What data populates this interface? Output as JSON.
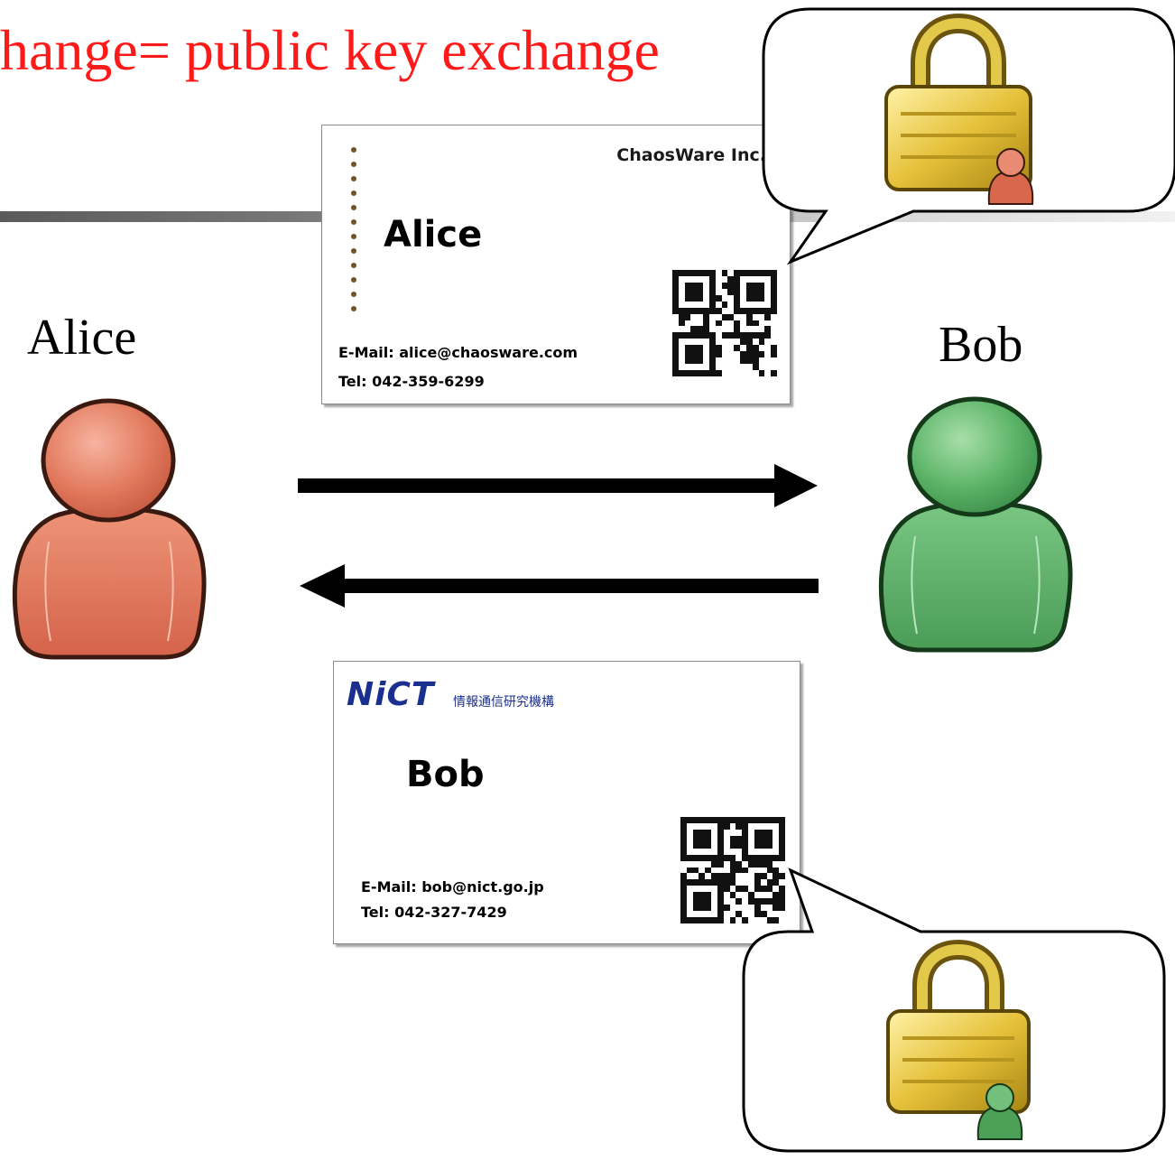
{
  "title": "hange= public key exchange",
  "people": {
    "alice": {
      "label": "Alice",
      "color": "#e07255"
    },
    "bob": {
      "label": "Bob",
      "color": "#52a95f"
    }
  },
  "alice_card": {
    "company": "ChaosWare Inc.",
    "name": "Alice",
    "email": "E-Mail: alice@chaosware.com",
    "tel": "Tel: 042-359-6299"
  },
  "bob_card": {
    "logo": "NiCT",
    "org_name": "情報通信研究機構",
    "name": "Bob",
    "email": "E-Mail: bob@nict.go.jp",
    "tel": "Tel: 042-327-7429"
  },
  "arrows": [
    {
      "from": "Alice",
      "to": "Bob"
    },
    {
      "from": "Bob",
      "to": "Alice"
    }
  ],
  "callouts": [
    {
      "icon": "padlock-icon",
      "badge": "alice-person-icon"
    },
    {
      "icon": "padlock-icon",
      "badge": "bob-person-icon"
    }
  ],
  "colors": {
    "title": "#ff1a1a",
    "padlock": "#e6c13a"
  }
}
